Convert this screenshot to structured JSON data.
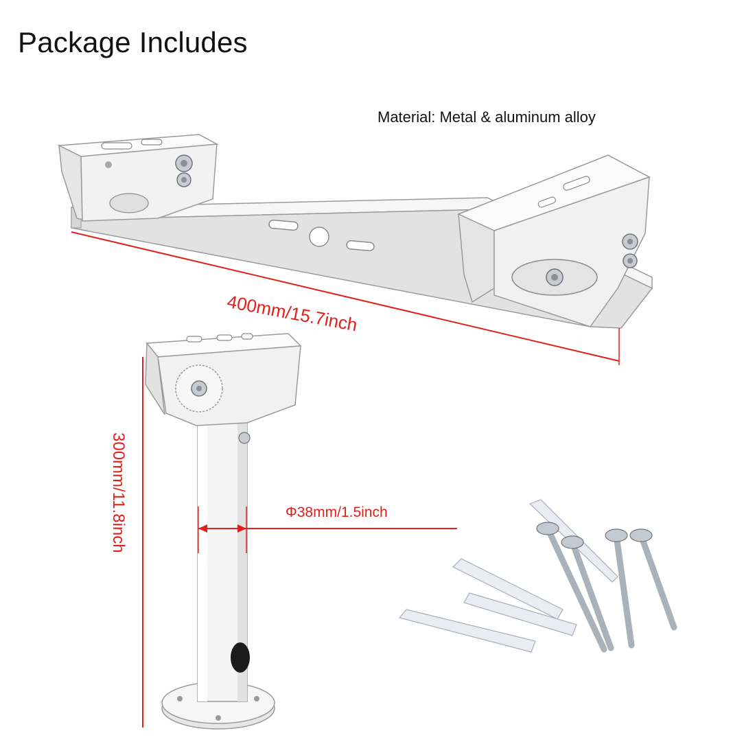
{
  "heading": "Package Includes",
  "material": "Material: Metal & aluminum alloy",
  "dimensions": {
    "width": "400mm/15.7inch",
    "height": "300mm/11.8inch",
    "diameter": "Φ38mm/1.5inch"
  },
  "colors": {
    "dimension_line": "#e0201b",
    "metal": "#f4f4f4",
    "metal_shade": "#d8d8d8",
    "outline": "#9a9a9a",
    "screw": "#b9bfc6",
    "anchor": "#e9ecf2"
  },
  "icons": [
    "double-camera-bracket",
    "single-pole-bracket",
    "screw-icon",
    "wall-anchor-icon"
  ]
}
